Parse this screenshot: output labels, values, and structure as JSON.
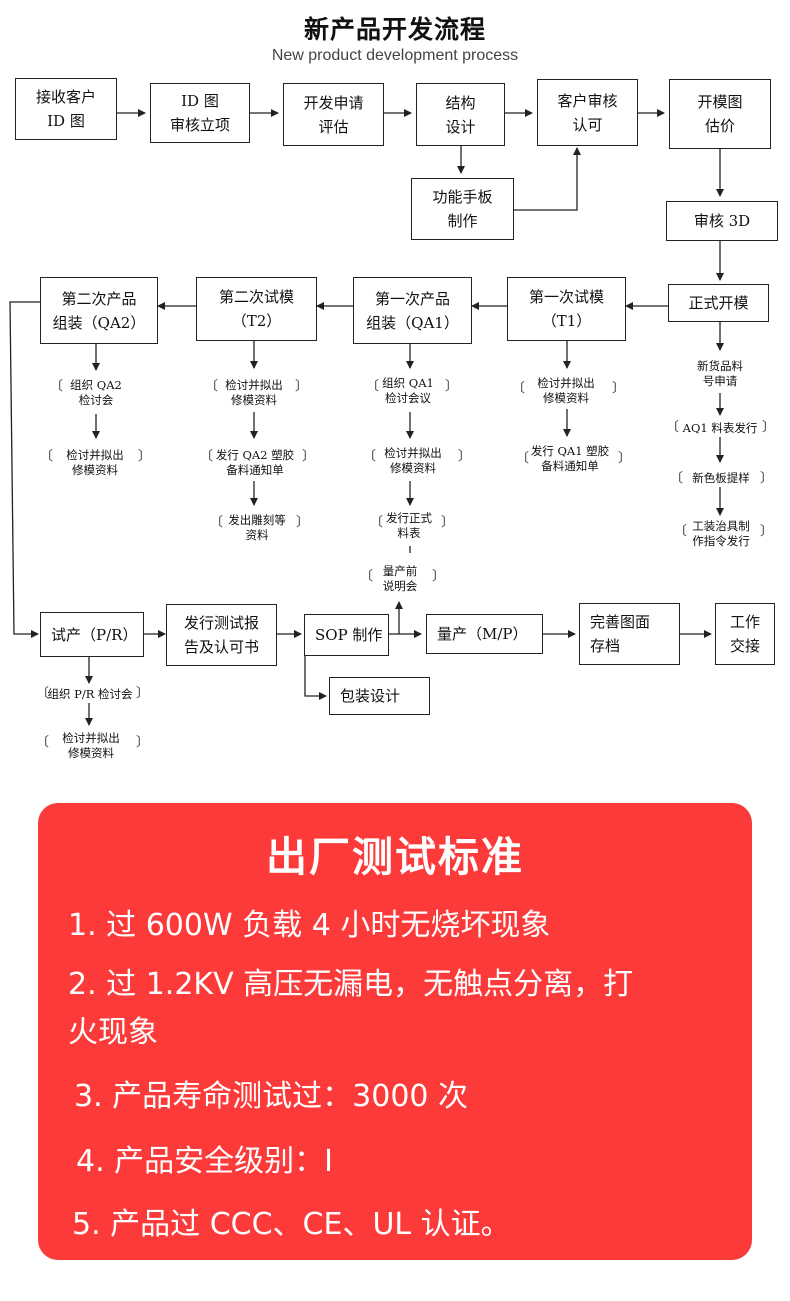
{
  "header": {
    "title": "新产品开发流程",
    "subtitle": "New product development process"
  },
  "flow": {
    "boxes": {
      "b1": "接收客户\nID 图",
      "b2": "ID 图\n审核立项",
      "b3": "开发申请\n评估",
      "b4": "结构\n设计",
      "b5": "客户审核\n认可",
      "b6": "开模图\n估价",
      "b7": "功能手板\n制作",
      "b8": "审核 3D",
      "b9": "正式开模",
      "b10": "第一次试模\n（T1）",
      "b11": "第一次产品\n组装（QA1）",
      "b12": "第二次试模\n（T2）",
      "b13": "第二次产品\n组装（QA2）",
      "b14": "试产（P/R）",
      "b15": "发行测试报\n告及认可书",
      "b16": "SOP 制作",
      "b17": "量产（M/P）",
      "b18": "完善图面\n存档",
      "b19": "工作\n交接",
      "b20": "包装设计"
    },
    "notes": {
      "n1": "组织 QA2\n检讨会",
      "n2": "检讨并拟出\n修模资料",
      "n3": "检讨并拟出\n修模资料",
      "n4": "发行 QA2 塑胶\n备料通知单",
      "n5": "发出雕刻等\n资料",
      "n6": "组织 QA1\n检讨会议",
      "n7": "检讨并拟出\n修模资料",
      "n8": "发行正式\n料表",
      "n9": "量产前\n说明会",
      "n10": "检讨并拟出\n修模资料",
      "n11": "发行 QA1 塑胶\n备料通知单",
      "n12": "新货品料\n号申请",
      "n13": "AQ1 料表发行",
      "n14": "新色板提样",
      "n15": "工装治具制\n作指令发行",
      "n16": "组织 P/R 检讨会",
      "n17": "检讨并拟出\n修模资料"
    }
  },
  "standards": {
    "title": "出厂测试标准",
    "items": [
      "1. 过 600W 负载 4 小时无烧坏现象",
      "2. 过 1.2KV 高压无漏电，无触点分离，打",
      "火现象",
      "3. 产品寿命测试过：3000 次",
      "4. 产品安全级别：I",
      "5. 产品过 CCC、CE、UL 认证。"
    ],
    "card_color": "#fc3a3a"
  }
}
